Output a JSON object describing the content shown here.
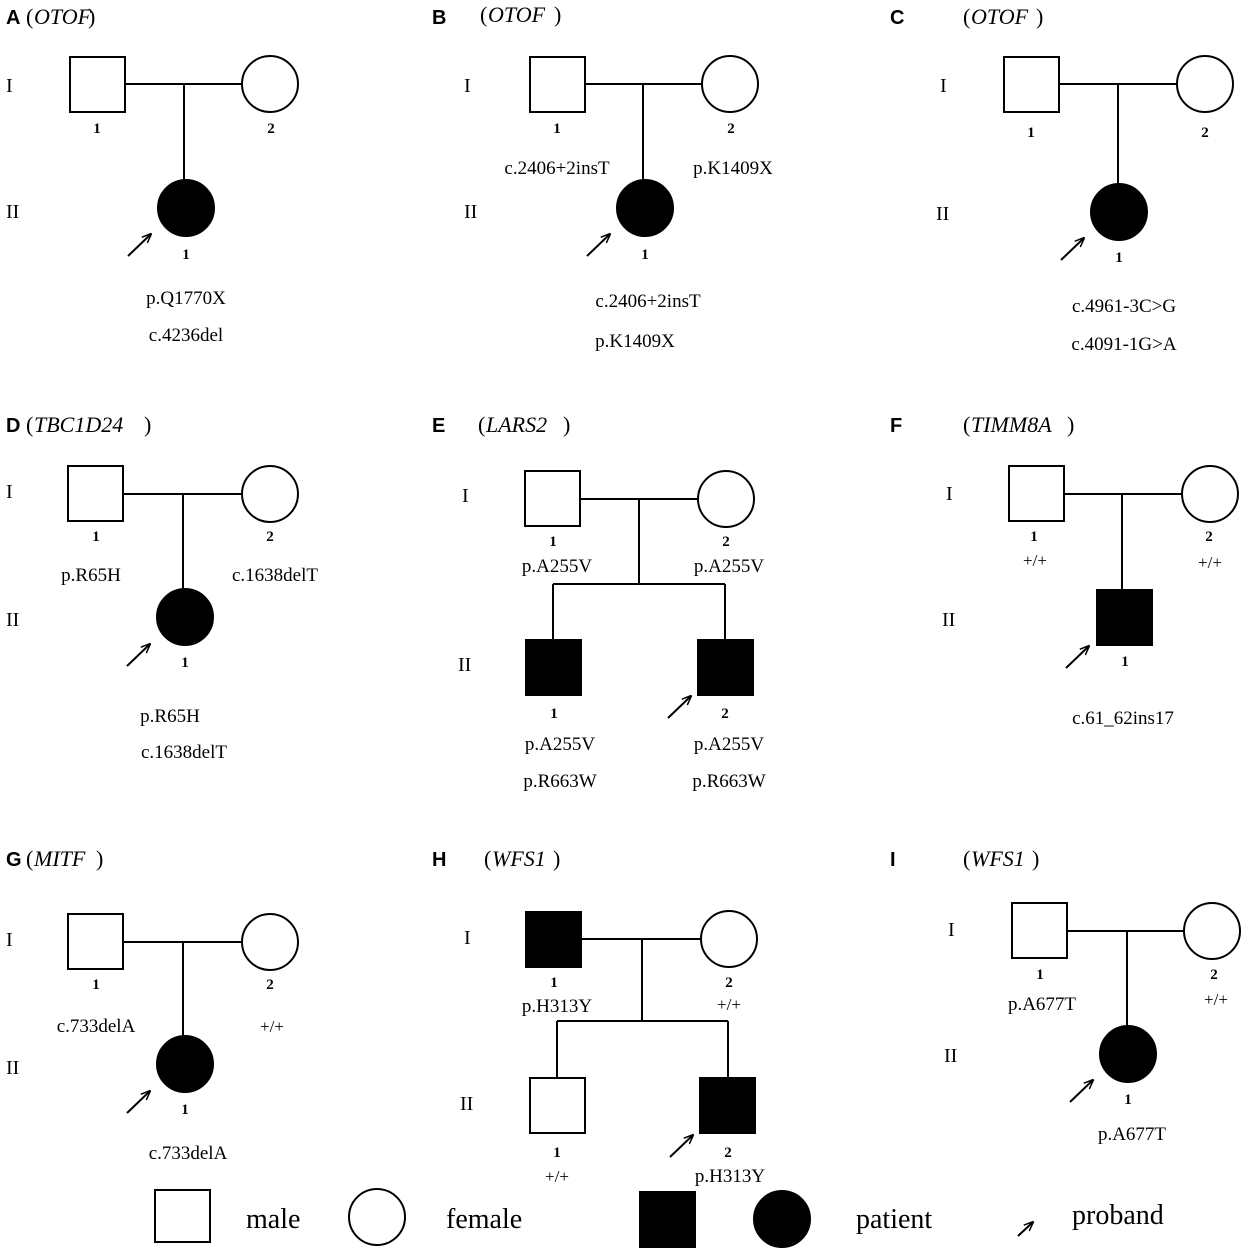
{
  "panels": {
    "A": {
      "letter": "A",
      "gene": "OTOF",
      "gen_I": "I",
      "gen_II": "II",
      "father": {
        "num": "1",
        "label": ""
      },
      "mother": {
        "num": "2",
        "label": ""
      },
      "child": {
        "num": "1",
        "var1": "p.Q1770X",
        "var2": "c.4236del"
      }
    },
    "B": {
      "letter": "B",
      "gene": "OTOF",
      "gen_I": "I",
      "gen_II": "II",
      "father": {
        "num": "1",
        "label": "c.2406+2insT"
      },
      "mother": {
        "num": "2",
        "label": "p.K1409X"
      },
      "child": {
        "num": "1",
        "var1": "c.2406+2insT",
        "var2": "p.K1409X"
      }
    },
    "C": {
      "letter": "C",
      "gene": "OTOF",
      "gen_I": "I",
      "gen_II": "II",
      "father": {
        "num": "1",
        "label": ""
      },
      "mother": {
        "num": "2",
        "label": ""
      },
      "child": {
        "num": "1",
        "var1": "c.4961-3C>G",
        "var2": "c.4091-1G>A"
      }
    },
    "D": {
      "letter": "D",
      "gene": "TBC1D24",
      "gen_I": "I",
      "gen_II": "II",
      "father": {
        "num": "1",
        "label": "p.R65H"
      },
      "mother": {
        "num": "2",
        "label": "c.1638delT"
      },
      "child": {
        "num": "1",
        "var1": "p.R65H",
        "var2": "c.1638delT"
      }
    },
    "E": {
      "letter": "E",
      "gene": "LARS2",
      "gen_I": "I",
      "gen_II": "II",
      "father": {
        "num": "1",
        "label": "p.A255V"
      },
      "mother": {
        "num": "2",
        "label": "p.A255V"
      },
      "child1": {
        "num": "1",
        "var1": "p.A255V",
        "var2": "p.R663W"
      },
      "child2": {
        "num": "2",
        "var1": "p.A255V",
        "var2": "p.R663W"
      }
    },
    "F": {
      "letter": "F",
      "gene": "TIMM8A",
      "gen_I": "I",
      "gen_II": "II",
      "father": {
        "num": "1",
        "label": "+/+"
      },
      "mother": {
        "num": "2",
        "label": "+/+"
      },
      "child": {
        "num": "1",
        "var1": "c.61_62ins17"
      }
    },
    "G": {
      "letter": "G",
      "gene": "MITF",
      "gen_I": "I",
      "gen_II": "II",
      "father": {
        "num": "1",
        "label": "c.733delA"
      },
      "mother": {
        "num": "2",
        "label": "+/+"
      },
      "child": {
        "num": "1",
        "var1": "c.733delA"
      }
    },
    "H": {
      "letter": "H",
      "gene": "WFS1",
      "gen_I": "I",
      "gen_II": "II",
      "father": {
        "num": "1",
        "label": "p.H313Y"
      },
      "mother": {
        "num": "2",
        "label": "+/+"
      },
      "child1": {
        "num": "1",
        "label": "+/+"
      },
      "child2": {
        "num": "2",
        "label": "p.H313Y"
      }
    },
    "I": {
      "letter": "I",
      "gene": "WFS1",
      "gen_I": "I",
      "gen_II": "II",
      "father": {
        "num": "1",
        "label": "p.A677T"
      },
      "mother": {
        "num": "2",
        "label": "+/+"
      },
      "child": {
        "num": "1",
        "var1": "p.A677T"
      }
    }
  },
  "legend": {
    "male": "male",
    "female": "female",
    "patient": "patient",
    "proband": "proband"
  }
}
